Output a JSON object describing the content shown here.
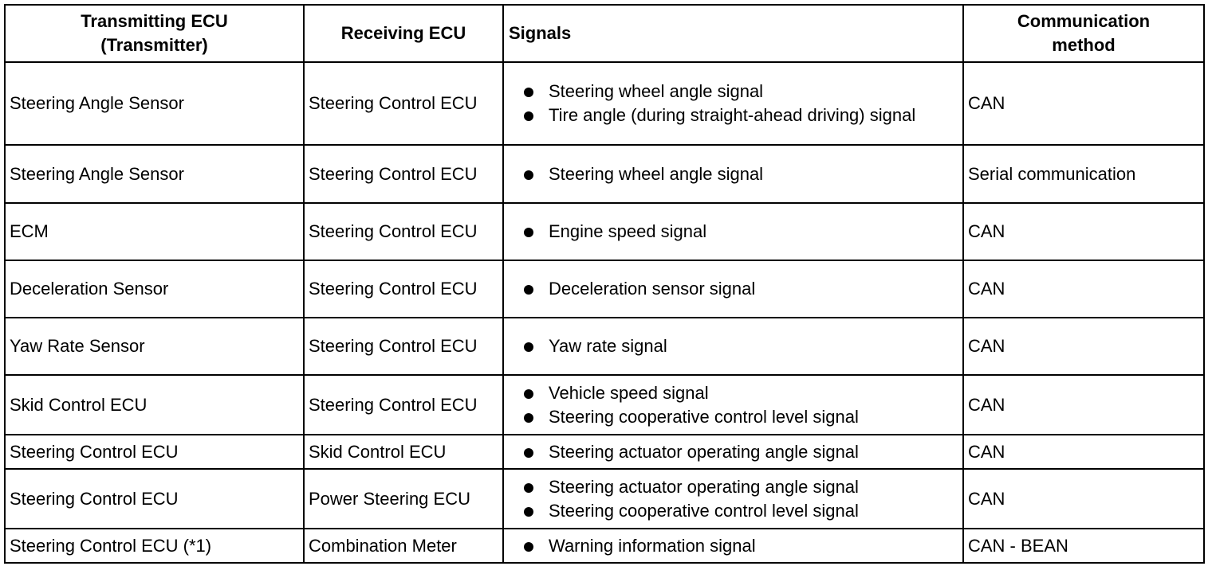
{
  "table": {
    "headers": {
      "transmitting": "Transmitting ECU\n(Transmitter)",
      "receiving": "Receiving ECU",
      "signals": "Signals",
      "method": "Communication\nmethod"
    },
    "rows": [
      {
        "transmitting": "Steering Angle Sensor",
        "receiving": "Steering Control ECU",
        "signals": [
          "Steering wheel angle signal",
          "Tire angle (during straight-ahead driving) signal"
        ],
        "method": "CAN"
      },
      {
        "transmitting": "Steering Angle Sensor",
        "receiving": "Steering Control ECU",
        "signals": [
          "Steering wheel angle signal"
        ],
        "method": "Serial communication"
      },
      {
        "transmitting": "ECM",
        "receiving": "Steering Control ECU",
        "signals": [
          "Engine speed signal"
        ],
        "method": "CAN"
      },
      {
        "transmitting": "Deceleration Sensor",
        "receiving": "Steering Control ECU",
        "signals": [
          "Deceleration sensor signal"
        ],
        "method": "CAN"
      },
      {
        "transmitting": "Yaw Rate Sensor",
        "receiving": "Steering Control ECU",
        "signals": [
          "Yaw rate signal"
        ],
        "method": "CAN"
      },
      {
        "transmitting": "Skid Control ECU",
        "receiving": "Steering Control ECU",
        "signals": [
          "Vehicle speed signal",
          "Steering cooperative control level signal"
        ],
        "method": "CAN"
      },
      {
        "transmitting": "Steering Control ECU",
        "receiving": "Skid Control ECU",
        "signals": [
          "Steering actuator operating angle signal"
        ],
        "method": "CAN"
      },
      {
        "transmitting": "Steering Control ECU",
        "receiving": "Power Steering ECU",
        "signals": [
          "Steering actuator operating angle signal",
          "Steering cooperative control level signal"
        ],
        "method": "CAN"
      },
      {
        "transmitting": "Steering Control ECU (*1)",
        "receiving": "Combination Meter",
        "signals": [
          "Warning information signal"
        ],
        "method": "CAN - BEAN"
      }
    ]
  }
}
